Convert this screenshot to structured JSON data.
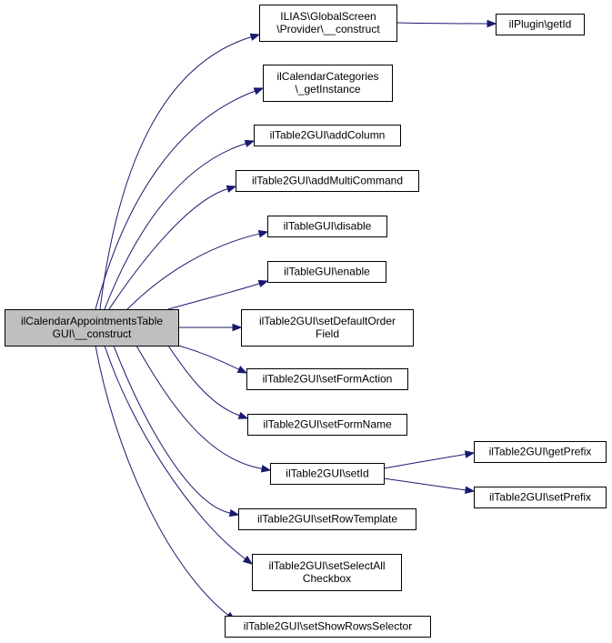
{
  "graph": {
    "edge_color": "#191970",
    "root_fill": "#bfbfbf",
    "nodes": [
      {
        "id": "root",
        "lines": [
          "ilCalendarAppointmentsTable",
          "GUI\\__construct"
        ],
        "root": true
      },
      {
        "id": "n_provider",
        "lines": [
          "ILIAS\\GlobalScreen",
          "\\Provider\\__construct"
        ]
      },
      {
        "id": "n_plugin_getid",
        "lines": [
          "ilPlugin\\getId"
        ]
      },
      {
        "id": "n_calcat",
        "lines": [
          "ilCalendarCategories",
          "\\_getInstance"
        ]
      },
      {
        "id": "n_addcolumn",
        "lines": [
          "ilTable2GUI\\addColumn"
        ]
      },
      {
        "id": "n_addmulti",
        "lines": [
          "ilTable2GUI\\addMultiCommand"
        ]
      },
      {
        "id": "n_disable",
        "lines": [
          "ilTableGUI\\disable"
        ]
      },
      {
        "id": "n_enable",
        "lines": [
          "ilTableGUI\\enable"
        ]
      },
      {
        "id": "n_setdefaultorder",
        "lines": [
          "ilTable2GUI\\setDefaultOrder",
          "Field"
        ]
      },
      {
        "id": "n_setformaction",
        "lines": [
          "ilTable2GUI\\setFormAction"
        ]
      },
      {
        "id": "n_setformname",
        "lines": [
          "ilTable2GUI\\setFormName"
        ]
      },
      {
        "id": "n_setid",
        "lines": [
          "ilTable2GUI\\setId"
        ]
      },
      {
        "id": "n_getprefix",
        "lines": [
          "ilTable2GUI\\getPrefix"
        ]
      },
      {
        "id": "n_setprefix",
        "lines": [
          "ilTable2GUI\\setPrefix"
        ]
      },
      {
        "id": "n_setrowtemplate",
        "lines": [
          "ilTable2GUI\\setRowTemplate"
        ]
      },
      {
        "id": "n_setselectall",
        "lines": [
          "ilTable2GUI\\setSelectAll",
          "Checkbox"
        ]
      },
      {
        "id": "n_setshowrows",
        "lines": [
          "ilTable2GUI\\setShowRowsSelector"
        ]
      }
    ],
    "edges": [
      {
        "from": "root",
        "to": "n_provider"
      },
      {
        "from": "root",
        "to": "n_calcat"
      },
      {
        "from": "root",
        "to": "n_addcolumn"
      },
      {
        "from": "root",
        "to": "n_addmulti"
      },
      {
        "from": "root",
        "to": "n_disable"
      },
      {
        "from": "root",
        "to": "n_enable"
      },
      {
        "from": "root",
        "to": "n_setdefaultorder"
      },
      {
        "from": "root",
        "to": "n_setformaction"
      },
      {
        "from": "root",
        "to": "n_setformname"
      },
      {
        "from": "root",
        "to": "n_setid"
      },
      {
        "from": "root",
        "to": "n_setrowtemplate"
      },
      {
        "from": "root",
        "to": "n_setselectall"
      },
      {
        "from": "root",
        "to": "n_setshowrows"
      },
      {
        "from": "n_provider",
        "to": "n_plugin_getid"
      },
      {
        "from": "n_setid",
        "to": "n_getprefix"
      },
      {
        "from": "n_setid",
        "to": "n_setprefix"
      }
    ]
  }
}
